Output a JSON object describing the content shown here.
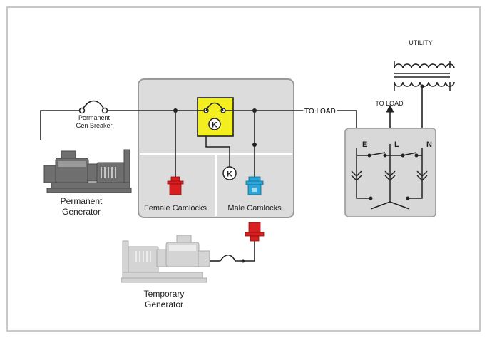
{
  "labels": {
    "utility": "UTILITY",
    "to_load_main": "TO LOAD",
    "to_load_ats": "TO LOAD",
    "perm_breaker_line1": "Permanent",
    "perm_breaker_line2": "Gen Breaker",
    "perm_gen_line1": "Permanent",
    "perm_gen_line2": "Generator",
    "temp_gen_line1": "Temporary",
    "temp_gen_line2": "Generator",
    "female_camlocks": "Female Camlocks",
    "male_camlocks": "Male Camlocks",
    "k_symbol": "K",
    "k_symbol_2": "K",
    "term_e": "E",
    "term_l": "L",
    "term_n": "N"
  },
  "colors": {
    "frame_border": "#c8c8c8",
    "panel_fill": "#dcdcdc",
    "panel_border": "#9a9a9a",
    "relay_fill": "#f2ee1f",
    "female_camlock": "#d81e1e",
    "male_camlock": "#2aa6d8",
    "temp_camlock": "#d81e1e",
    "perm_generator": "#6f6f6f",
    "temp_generator": "#cfcfcf"
  },
  "icons": {
    "perm_generator": "generator-icon",
    "temp_generator": "generator-icon",
    "utility": "transformer-icon",
    "relay": "relay-contactor-icon"
  }
}
